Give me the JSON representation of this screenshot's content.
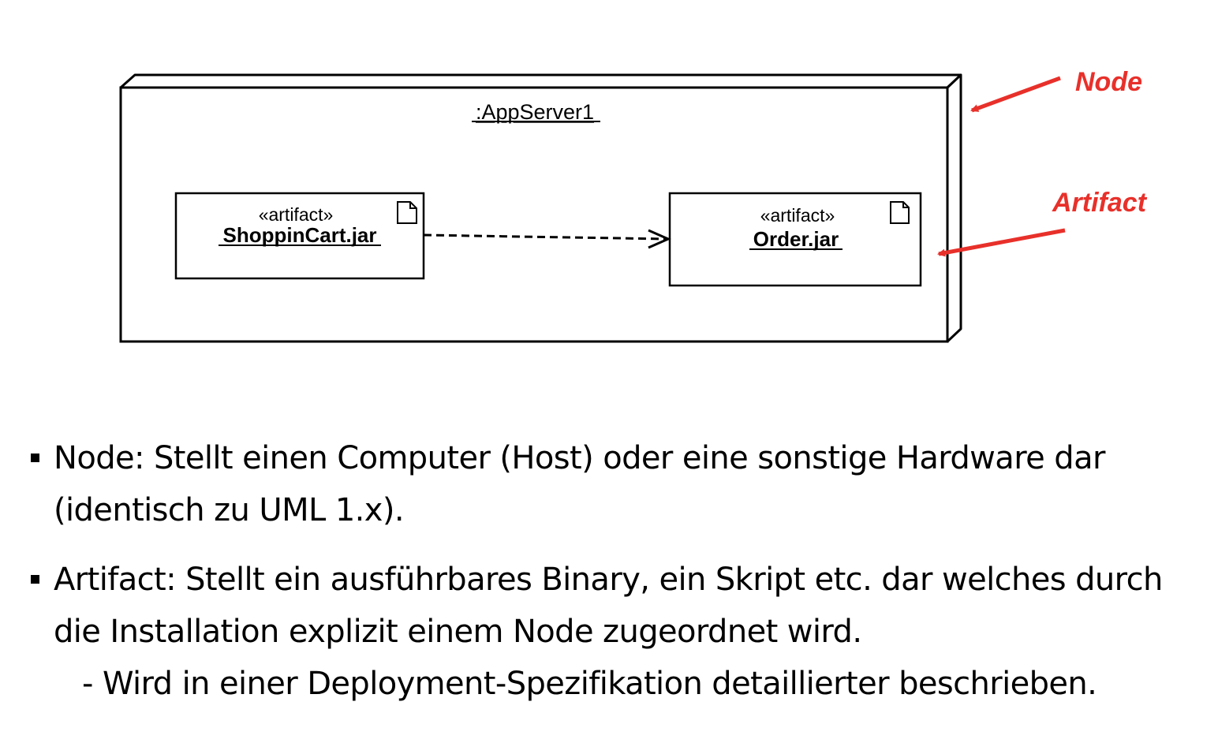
{
  "diagram": {
    "node": {
      "name": ":AppServer1"
    },
    "artifacts": [
      {
        "stereotype": "«artifact»",
        "name": "ShoppinCart.jar"
      },
      {
        "stereotype": "«artifact»",
        "name": "Order.jar"
      }
    ],
    "callouts": {
      "node_label": "Node",
      "artifact_label": "Artifact",
      "color": "#e8302a"
    }
  },
  "bullets": [
    {
      "text": "Node: Stellt einen Computer (Host) oder eine sonstige Hardware dar (identisch zu UML 1.x)."
    },
    {
      "text": "Artifact: Stellt ein ausführbares Binary, ein Skript etc. dar welches durch die Installation explizit einem Node zugeordnet wird.",
      "sub": "- Wird in einer Deployment-Spezifikation detaillierter beschrieben."
    }
  ]
}
